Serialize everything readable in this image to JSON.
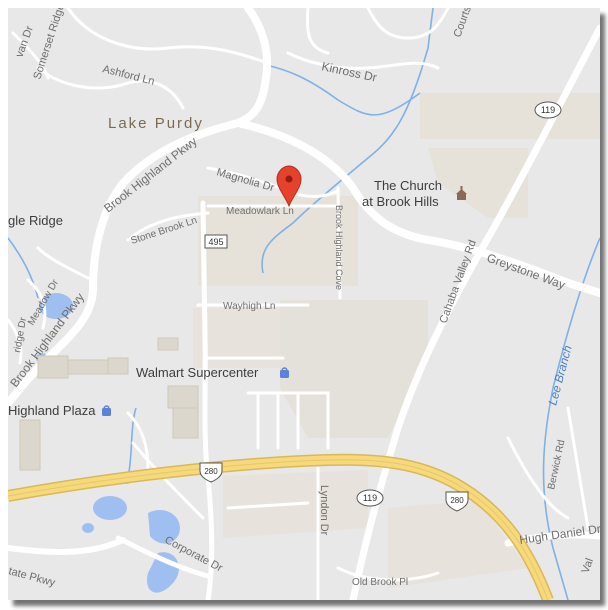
{
  "map": {
    "area_label": "Lake Purdy",
    "streets": {
      "van_dr": "van Dr",
      "somerset_ridge": "Somerset Ridge",
      "ashford_ln": "Ashford Ln",
      "courts": "Courts",
      "kinross_dr": "Kinross Dr",
      "brook_highland_pkwy_top": "Brook Highland Pkwy",
      "magnolia_dr": "Magnolia Dr",
      "meadowlark_ln": "Meadowlark Ln",
      "stone_brook_ln": "Stone Brook Ln",
      "brook_highland_cove": "Brook Highland Cove",
      "greystone_way": "Greystone Way",
      "cahaba_valley_rd": "Cahaba Valley Rd",
      "meadow_dr": "Meadow Dr",
      "ridge_dr": "ridge Dr",
      "wayhigh_ln": "Wayhigh Ln",
      "brook_highland_pkwy_left": "Brook Highland Pkwy",
      "berwick_rd": "Berwick Rd",
      "lyndon_dr": "Lyndon Dr",
      "corporate_dr": "Corporate Dr",
      "state_pkwy": "tate Pkwy",
      "old_brook_pl": "Old Brook Pl",
      "hugh_daniel_dr": "Hugh Daniel Dr",
      "valley_edge": "Val"
    },
    "shields": {
      "route_495": "495",
      "route_119_top": "119",
      "route_119_bottom": "119",
      "route_280_left": "280",
      "route_280_right": "280"
    },
    "places": {
      "church_line1": "The Church",
      "church_line2": "at Brook Hills",
      "walmart": "Walmart Supercenter",
      "highland_plaza": "Highland Plaza",
      "gle_ridge": "gle Ridge"
    },
    "water": {
      "lee_branch": "Lee Branch"
    },
    "colors": {
      "background": "#e8e8e8",
      "road": "#ffffff",
      "highway": "#f5d97a",
      "water": "#9ebff0",
      "stream": "#7fb1e6",
      "marker": "#e5412c",
      "developed": "#e5e2dc"
    },
    "marker_icon": "map-pin-icon",
    "poi_icon": "shopping-bag-icon"
  }
}
